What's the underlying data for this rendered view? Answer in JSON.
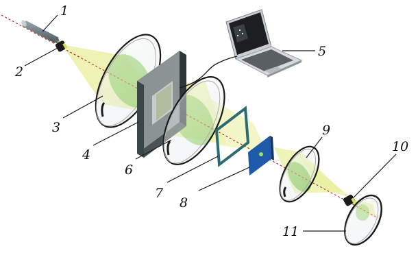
{
  "labels": {
    "l1": "1",
    "l2": "2",
    "l3": "3",
    "l4": "4",
    "l5": "5",
    "l6": "6",
    "l7": "7",
    "l8": "8",
    "l9": "9",
    "l10": "10",
    "l11": "11"
  },
  "colors": {
    "beam": "#e9eea0",
    "green": "#6fc23a",
    "axis": "#c02020",
    "screen": "#3f4a4a",
    "slm_frame": "#2d6b72",
    "blue_filter": "#1e5aa8"
  },
  "icons": {
    "source": "laser-source-icon",
    "computer": "laptop-icon"
  }
}
